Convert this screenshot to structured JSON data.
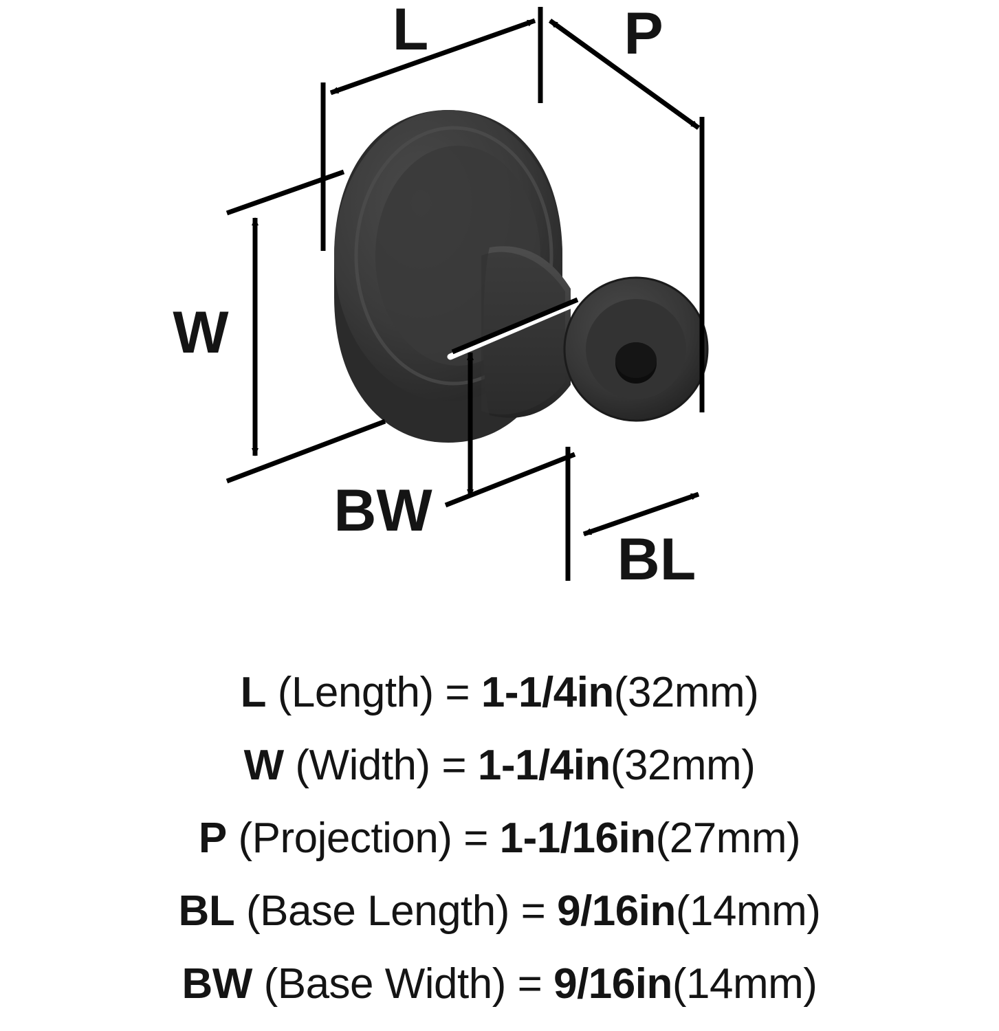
{
  "diagram": {
    "title": "Cabinet knob dimension diagram",
    "labels": {
      "length": "L",
      "projection": "P",
      "width": "W",
      "base_width": "BW",
      "base_length": "BL"
    },
    "product_color": "#343434",
    "line_color": "#000000",
    "highlight_color": "#ffffff"
  },
  "specs": [
    {
      "code": "L",
      "name": "(Length)",
      "eq": "=",
      "value": "1-1/4in",
      "metric": "(32mm)"
    },
    {
      "code": "W",
      "name": "(Width)",
      "eq": "=",
      "value": "1-1/4in",
      "metric": "(32mm)"
    },
    {
      "code": "P",
      "name": "(Projection)",
      "eq": "=",
      "value": "1-1/16in",
      "metric": "(27mm)"
    },
    {
      "code": "BL",
      "name": "(Base Length)",
      "eq": "=",
      "value": "9/16in",
      "metric": "(14mm)"
    },
    {
      "code": "BW",
      "name": "(Base Width)",
      "eq": "=",
      "value": "9/16in",
      "metric": "(14mm)"
    }
  ]
}
